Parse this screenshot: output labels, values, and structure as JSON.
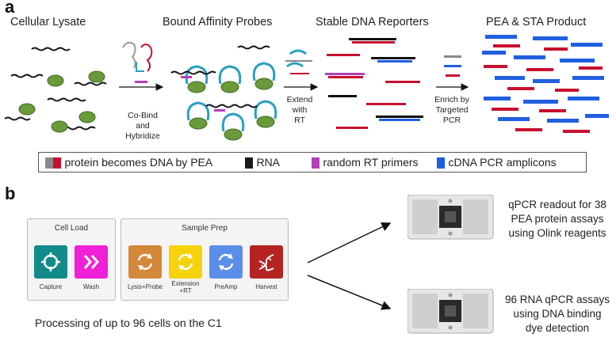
{
  "panel_a": {
    "letter": "a",
    "stages": [
      "Cellular Lysate",
      "Bound Affinity Probes",
      "Stable DNA Reporters",
      "PEA & STA Product"
    ],
    "steps": [
      {
        "line1": "Co-Bind",
        "line2": "and",
        "line3": "Hybridize"
      },
      {
        "line1": "Extend",
        "line2": "with",
        "line3": "RT"
      },
      {
        "line1": "Enrich by",
        "line2": "Targeted",
        "line3": "PCR"
      }
    ],
    "legend": [
      {
        "text": "protein becomes DNA by PEA",
        "colors": [
          "#8a8a8a",
          "#c8102e"
        ]
      },
      {
        "text": "RNA",
        "colors": [
          "#1a1a1a"
        ]
      },
      {
        "text": "random RT primers",
        "colors": [
          "#b040b8"
        ]
      },
      {
        "text": "cDNA PCR amplicons",
        "colors": [
          "#1f5fe0"
        ]
      }
    ]
  },
  "panel_b": {
    "letter": "b",
    "groups": [
      {
        "title": "Cell Load"
      },
      {
        "title": "Sample Prep"
      }
    ],
    "tiles": [
      {
        "label": "Capture",
        "color": "#138a8a",
        "icon": "crosshair-icon"
      },
      {
        "label": "Wash",
        "color": "#f01fd8",
        "icon": "double-chevron-icon"
      },
      {
        "label": "Lysis+Probe",
        "color": "#d4883a",
        "icon": "refresh-icon"
      },
      {
        "label1": "Extension",
        "label2": "+RT",
        "color": "#f5d20a",
        "icon": "refresh-icon"
      },
      {
        "label": "PreAmp",
        "color": "#5b8ee8",
        "icon": "refresh-icon"
      },
      {
        "label": "Harvest",
        "color": "#b52323",
        "icon": "dna-helix-icon"
      }
    ],
    "caption": "Processing of up to 96 cells on the C1",
    "readouts": [
      {
        "line1": "qPCR readout for 38",
        "line2": "PEA protein assays",
        "line3": "using Olink reagents"
      },
      {
        "line1": "96 RNA qPCR assays",
        "line2": "using DNA binding",
        "line3": "dye detection"
      }
    ]
  }
}
